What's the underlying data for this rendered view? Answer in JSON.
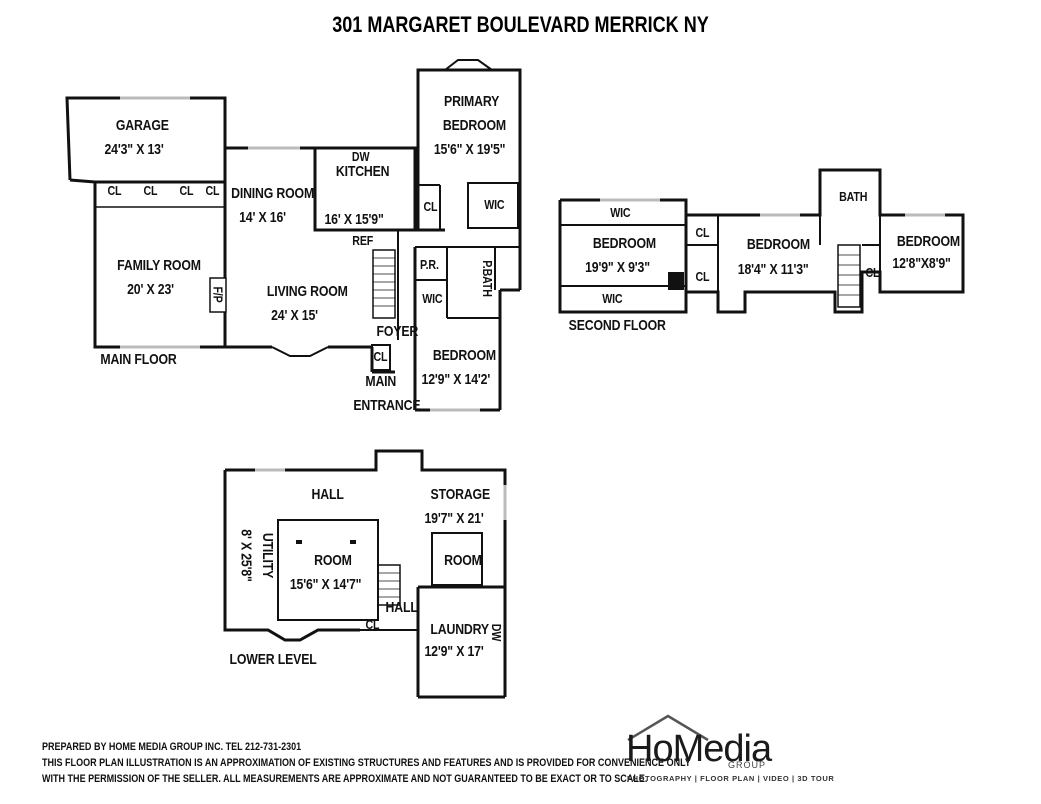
{
  "title": "301 MARGARET BOULEVARD MERRICK NY",
  "floors": {
    "main": "MAIN FLOOR",
    "second": "SECOND FLOOR",
    "lower": "LOWER LEVEL"
  },
  "main_floor": {
    "garage": {
      "name": "GARAGE",
      "dims": "24'3\" X 13'"
    },
    "closets": [
      "CL",
      "CL",
      "CL",
      "CL"
    ],
    "family_room": {
      "name": "FAMILY ROOM",
      "dims": "20' X 23'"
    },
    "fireplace": "F/P",
    "dining_room": {
      "name": "DINING ROOM",
      "dims": "14' X 16'"
    },
    "kitchen": {
      "name": "KITCHEN",
      "dims": "16' X 15'9\""
    },
    "dw": "DW",
    "ref": "REF",
    "living_room": {
      "name": "LIVING ROOM",
      "dims": "24' X 15'"
    },
    "foyer": "FOYER",
    "main_entrance_line1": "MAIN",
    "main_entrance_line2": "ENTRANCE",
    "foyer_closet": "CL",
    "primary_bedroom": {
      "name_line1": "PRIMARY",
      "name_line2": "BEDROOM",
      "dims": "15'6\" X 19'5\""
    },
    "primary_closet": "CL",
    "primary_wic": "WIC",
    "powder_room": "P.R.",
    "primary_bath": "P.BATH",
    "bedroom_wic": "WIC",
    "bedroom": {
      "name": "BEDROOM",
      "dims": "12'9\" X 14'2'"
    }
  },
  "second_floor": {
    "wic_top": "WIC",
    "wic_bottom": "WIC",
    "bedroom1": {
      "name": "BEDROOM",
      "dims": "19'9\" X 9'3\""
    },
    "closet_a": "CL",
    "closet_b": "CL",
    "bedroom2": {
      "name": "BEDROOM",
      "dims": "18'4\" X 11'3\""
    },
    "bath": "BATH",
    "bedroom3": {
      "name": "BEDROOM",
      "dims": "12'8\"X8'9\""
    },
    "closet_c": "CL"
  },
  "lower_level": {
    "hall": "HALL",
    "storage": {
      "name": "STORAGE",
      "dims": "19'7\" X 21'"
    },
    "utility": "UTILITY",
    "utility_dims": "8' X 25'8\"",
    "room": {
      "name": "ROOM",
      "dims": "15'6\" X 14'7\""
    },
    "room_small": "ROOM",
    "hall2": "HALL",
    "closet": "CL",
    "laundry": {
      "name": "LAUNDRY",
      "dims": "12'9\" X 17'"
    },
    "dw": "DW"
  },
  "footer": {
    "line1": "PREPARED BY  HOME MEDIA GROUP INC.  TEL 212-731-2301",
    "line2": "THIS FLOOR PLAN ILLUSTRATION IS AN APPROXIMATION OF EXISTING STRUCTURES AND FEATURES AND IS PROVIDED FOR CONVENIENCE ONLY",
    "line3": "WITH THE PERMISSION OF THE SELLER. ALL MEASUREMENTS ARE APPROXIMATE AND NOT GUARANTEED TO BE EXACT OR TO SCALE."
  },
  "logo": {
    "name": "HoMedia",
    "group": "GROUP",
    "tagline": "PHOTOGRAPHY | FLOOR PLAN | VIDEO | 3D TOUR"
  }
}
